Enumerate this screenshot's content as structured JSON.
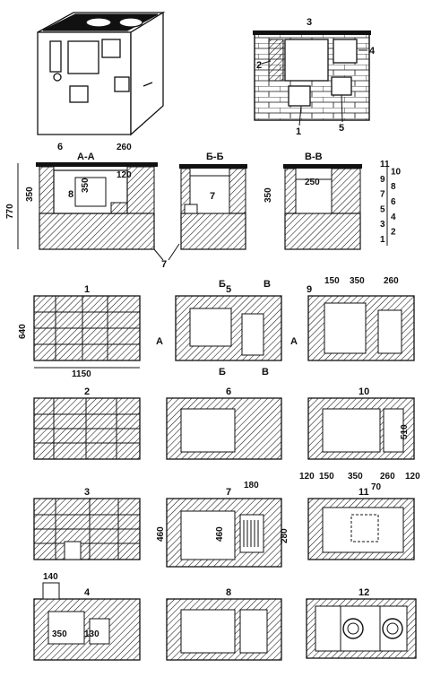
{
  "diagram": {
    "callouts": {
      "n1": "1",
      "n2": "2",
      "n3": "3",
      "n4": "4",
      "n5": "5",
      "n6": "6",
      "n7": "7",
      "n8": "8"
    },
    "sections": {
      "aa": "А-А",
      "bb": "Б-Б",
      "vv": "В-В",
      "a": "А",
      "b": "Б",
      "v": "В"
    },
    "row_scale": [
      "11",
      "10",
      "9",
      "8",
      "7",
      "6",
      "5",
      "4",
      "3",
      "2",
      "1"
    ],
    "plan_labels": [
      "1",
      "2",
      "3",
      "4",
      "5",
      "6",
      "7",
      "8",
      "9",
      "10",
      "11",
      "12"
    ],
    "dimensions": {
      "d260": "260",
      "d120": "120",
      "d350": "350",
      "d770": "770",
      "d250": "250",
      "d640": "640",
      "d1150": "1150",
      "d150": "150",
      "d510": "510",
      "d70": "70",
      "d180": "180",
      "d460": "460",
      "d280": "280",
      "d140": "140",
      "d130": "130"
    },
    "colors": {
      "ink": "#111111",
      "paper": "#ffffff"
    }
  }
}
